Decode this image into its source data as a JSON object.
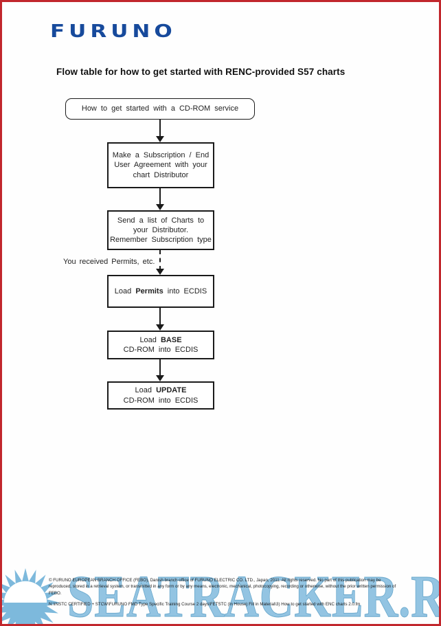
{
  "header": {
    "logo": "FURUNO",
    "title": "Flow table for how to get started with RENC-provided S57 charts"
  },
  "flowchart": {
    "start_box": "How to get started with a CD-ROM service",
    "subscription_box": {
      "line1": "Make a Subscription / End",
      "line2": "User Agreement with your",
      "line3": "chart Distributor"
    },
    "send_list_box": {
      "line1": "Send a list of Charts to",
      "line2": "your Distributor.",
      "line3": "Remember Subscription type"
    },
    "permits_note": "You received Permits, etc.",
    "load_permits_box": {
      "pre": "Load",
      "bold": "Permits",
      "post": "into ECDIS"
    },
    "load_base_box": {
      "pre": "Load",
      "bold": "BASE",
      "line2": "CD-ROM into ECDIS"
    },
    "load_update_box": {
      "pre": "Load",
      "bold": "UPDATE",
      "line2": "CD-ROM into ECDIS"
    }
  },
  "footer": {
    "copyright": "© FURUNO EUROPEAN BRANCH OFFICE (FEBO), Danish branch office of FURUNO ELECTRIC CO. LTD., Japan, 2011. All rights reserved. No part of this publication may be reproduced, stored in a retrieval system, or transmitted in any form or by any means, electronic, mechanical, photocopying, recording or otherwise, without the prior written permission of FEBO.",
    "file_path": "N:\\INSTC CERTIFIED + STCW\\FURUNO FMD Type Specific Training Course 2 days\\FETSTC (In House) Fill in Material\\3) How to get started with ENC charts 2.0.fm"
  },
  "watermark": {
    "text": "SEATRACKER.RU"
  },
  "colors": {
    "brand_blue": "#174a9c",
    "border_red": "#c1272d",
    "watermark_blue": "#8ac0e0"
  }
}
